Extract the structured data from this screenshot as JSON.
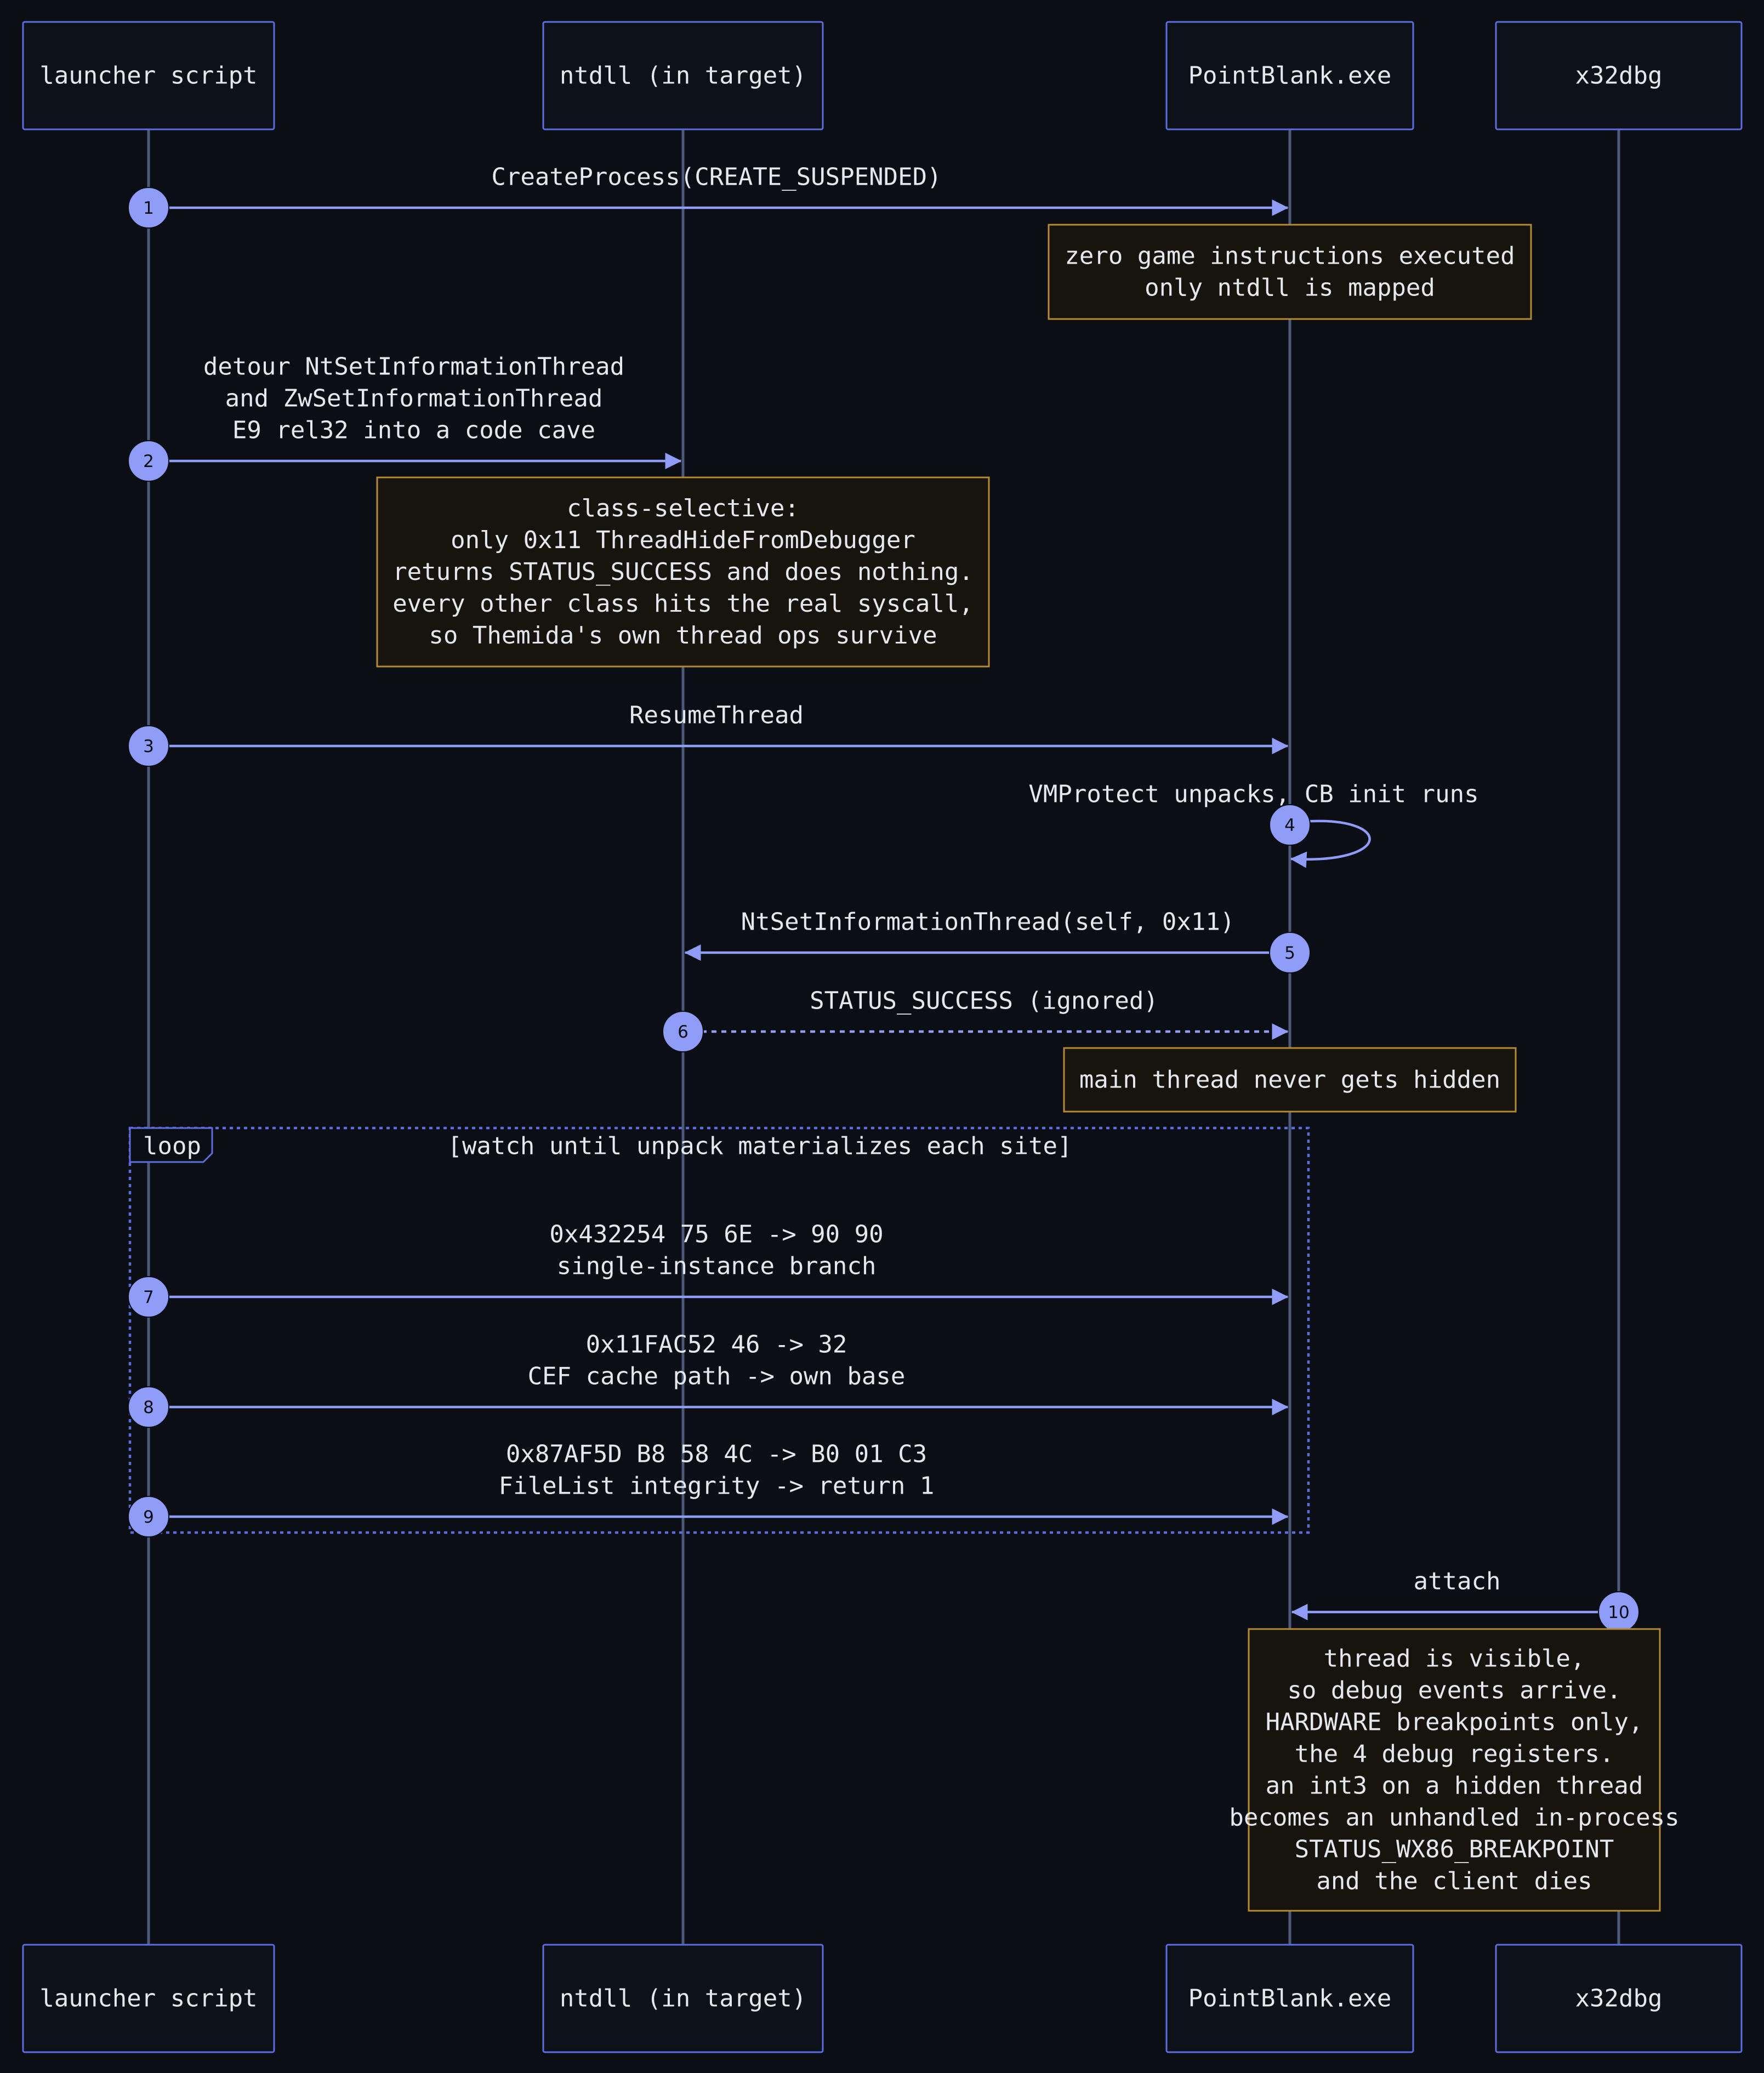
{
  "actors": [
    {
      "id": "launcher",
      "label": "launcher script"
    },
    {
      "id": "ntdll",
      "label": "ntdll (in target)"
    },
    {
      "id": "pb",
      "label": "PointBlank.exe"
    },
    {
      "id": "dbg",
      "label": "x32dbg"
    }
  ],
  "messages": [
    {
      "num": "1",
      "from": "launcher",
      "to": "pb",
      "style": "solid",
      "label": [
        "CreateProcess(CREATE_SUSPENDED)"
      ]
    },
    {
      "num": "2",
      "from": "launcher",
      "to": "ntdll",
      "style": "solid",
      "label": [
        "detour NtSetInformationThread",
        "and ZwSetInformationThread",
        "E9 rel32 into a code cave"
      ]
    },
    {
      "num": "3",
      "from": "launcher",
      "to": "pb",
      "style": "solid",
      "label": [
        "ResumeThread"
      ]
    },
    {
      "num": "4",
      "from": "pb",
      "to": "pb",
      "style": "solid",
      "label": [
        "VMProtect unpacks, CB init runs"
      ]
    },
    {
      "num": "5",
      "from": "pb",
      "to": "ntdll",
      "style": "solid",
      "label": [
        "NtSetInformationThread(self, 0x11)"
      ]
    },
    {
      "num": "6",
      "from": "ntdll",
      "to": "pb",
      "style": "dashed",
      "label": [
        "STATUS_SUCCESS (ignored)"
      ]
    },
    {
      "num": "7",
      "from": "launcher",
      "to": "pb",
      "style": "solid",
      "label": [
        "0x432254 75 6E -> 90 90",
        "single-instance branch"
      ]
    },
    {
      "num": "8",
      "from": "launcher",
      "to": "pb",
      "style": "solid",
      "label": [
        "0x11FAC52 46 -> 32",
        "CEF cache path -> own base"
      ]
    },
    {
      "num": "9",
      "from": "launcher",
      "to": "pb",
      "style": "solid",
      "label": [
        "0x87AF5D B8 58 4C -> B0 01 C3",
        "FileList integrity -> return 1"
      ]
    },
    {
      "num": "10",
      "from": "dbg",
      "to": "pb",
      "style": "solid",
      "label": [
        "attach"
      ]
    }
  ],
  "notes": [
    {
      "id": "note-not-executed",
      "lines": [
        "zero game instructions executed",
        "only ntdll is mapped"
      ]
    },
    {
      "id": "note-class-selective",
      "lines": [
        "class-selective:",
        "only 0x11 ThreadHideFromDebugger",
        "returns STATUS_SUCCESS and does nothing.",
        "every other class hits the real syscall,",
        "so Themida's own thread ops survive"
      ]
    },
    {
      "id": "note-not-hidden",
      "lines": [
        "main thread never gets hidden"
      ]
    },
    {
      "id": "note-visible",
      "lines": [
        "thread is visible,",
        "so debug events arrive.",
        "HARDWARE breakpoints only,",
        "the 4 debug registers.",
        "an int3 on a hidden thread",
        "becomes an unhandled in-process",
        "STATUS_WX86_BREAKPOINT",
        "and the client dies"
      ]
    }
  ],
  "loop": {
    "keyword": "loop",
    "condition": "[watch until unpack materializes each site]"
  },
  "colors": {
    "background": "#0b0e14",
    "actor_border": "#5b6ee0",
    "lifeline": "#4a5a78",
    "message": "#8f9cf8",
    "note_border": "#b58a33",
    "note_fill": "#17140d",
    "text": "#e6e8ef"
  }
}
